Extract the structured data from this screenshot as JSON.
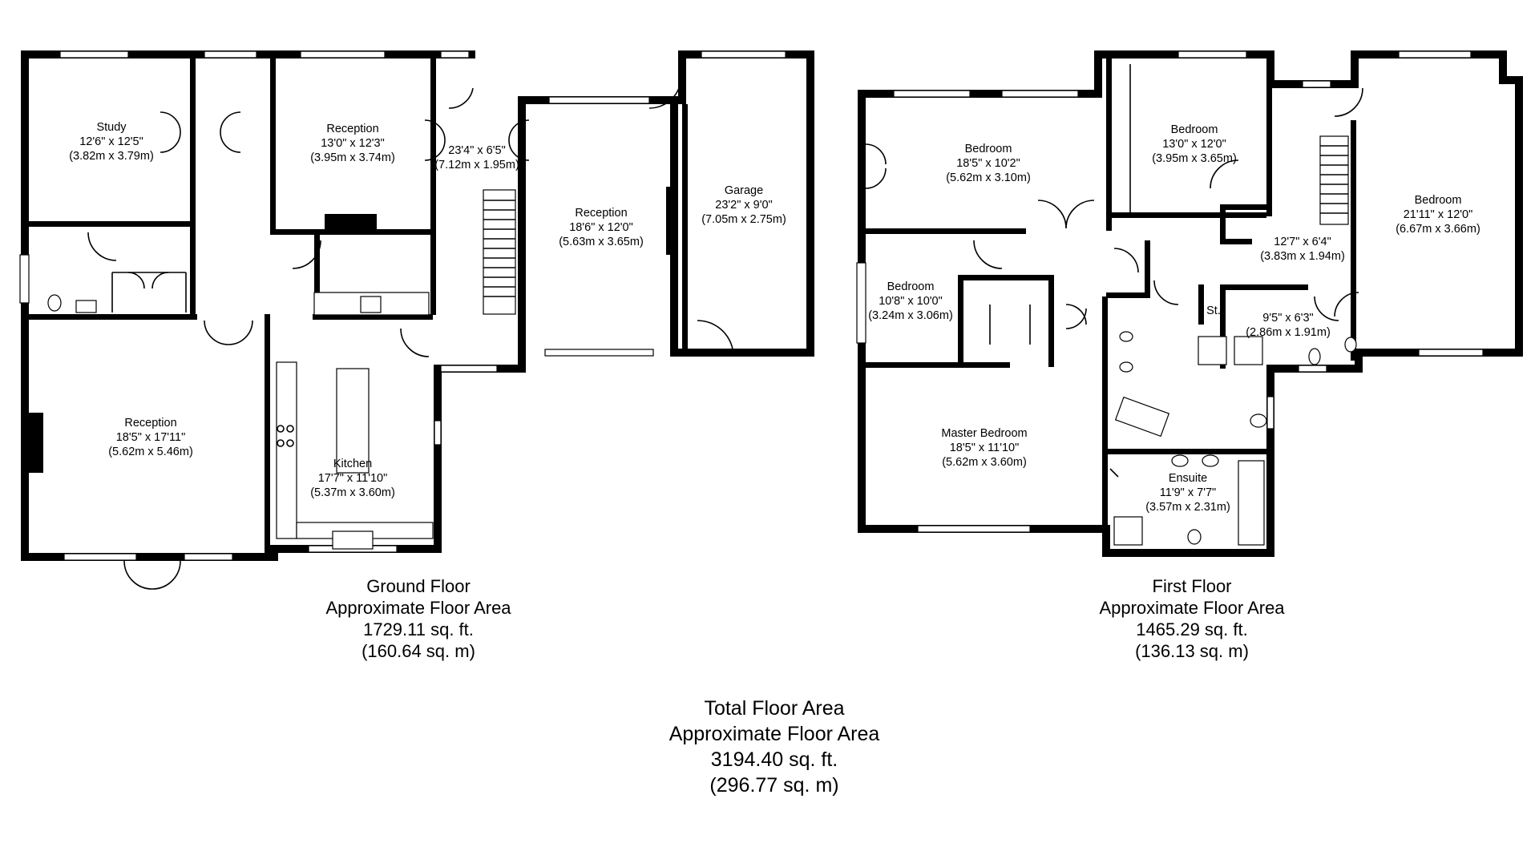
{
  "ground_floor": {
    "rooms": [
      {
        "id": "study",
        "name": "Study",
        "imperial": "12'6\" x 12'5\"",
        "metric": "(3.82m x 3.79m)"
      },
      {
        "id": "reception-front",
        "name": "Reception",
        "imperial": "13'0\" x 12'3\"",
        "metric": "(3.95m x 3.74m)"
      },
      {
        "id": "hall",
        "name": "",
        "imperial": "23'4\" x 6'5\"",
        "metric": "(7.12m x 1.95m)"
      },
      {
        "id": "reception-side",
        "name": "Reception",
        "imperial": "18'6\" x 12'0\"",
        "metric": "(5.63m x 3.65m)"
      },
      {
        "id": "garage",
        "name": "Garage",
        "imperial": "23'2\" x 9'0\"",
        "metric": "(7.05m x 2.75m)"
      },
      {
        "id": "reception-rear",
        "name": "Reception",
        "imperial": "18'5\" x 17'11\"",
        "metric": "(5.62m x 5.46m)"
      },
      {
        "id": "kitchen",
        "name": "Kitchen",
        "imperial": "17'7\" x 11'10\"",
        "metric": "(5.37m x 3.60m)"
      }
    ],
    "caption": [
      "Ground Floor",
      "Approximate Floor Area",
      "1729.11 sq. ft.",
      "(160.64 sq. m)"
    ]
  },
  "first_floor": {
    "rooms": [
      {
        "id": "bedroom-a",
        "name": "Bedroom",
        "imperial": "18'5\" x 10'2\"",
        "metric": "(5.62m x 3.10m)"
      },
      {
        "id": "bedroom-b",
        "name": "Bedroom",
        "imperial": "13'0\" x 12'0\"",
        "metric": "(3.95m x 3.65m)"
      },
      {
        "id": "bedroom-c",
        "name": "Bedroom",
        "imperial": "21'11\" x 12'0\"",
        "metric": "(6.67m x 3.66m)"
      },
      {
        "id": "landing",
        "name": "",
        "imperial": "12'7\" x 6'4\"",
        "metric": "(3.83m x 1.94m)"
      },
      {
        "id": "bedroom-d",
        "name": "Bedroom",
        "imperial": "10'8\" x 10'0\"",
        "metric": "(3.24m x 3.06m)"
      },
      {
        "id": "shower-room",
        "name": "",
        "imperial": "9'5\" x 6'3\"",
        "metric": "(2.86m x 1.91m)"
      },
      {
        "id": "master-bedroom",
        "name": "Master Bedroom",
        "imperial": "18'5\" x 11'10\"",
        "metric": "(5.62m x 3.60m)"
      },
      {
        "id": "ensuite",
        "name": "Ensuite",
        "imperial": "11'9\" x 7'7\"",
        "metric": "(3.57m x 2.31m)"
      }
    ],
    "store_label": "St.",
    "caption": [
      "First Floor",
      "Approximate Floor Area",
      "1465.29 sq. ft.",
      "(136.13 sq. m)"
    ]
  },
  "total": [
    "Total Floor Area",
    "Approximate Floor Area",
    "3194.40 sq. ft.",
    "(296.77 sq. m)"
  ]
}
